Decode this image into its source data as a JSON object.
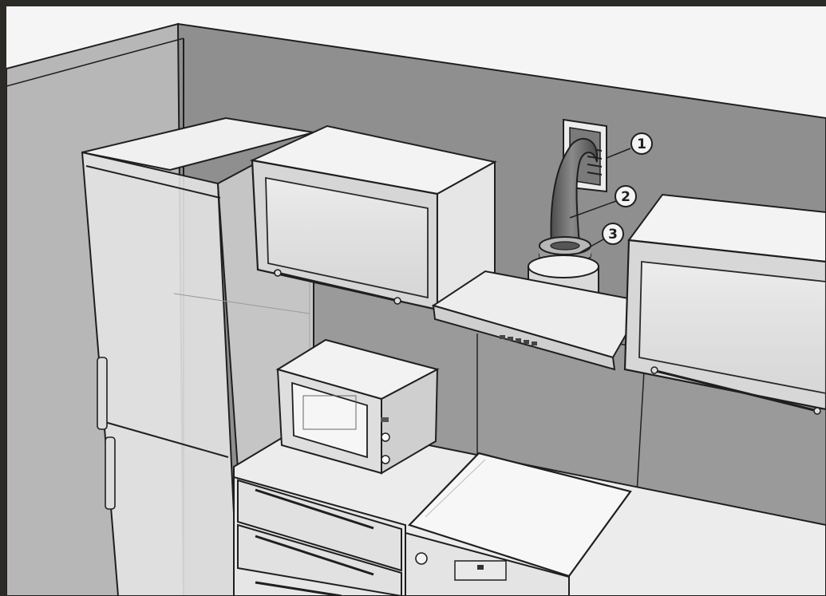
{
  "callouts": [
    {
      "number": "1"
    },
    {
      "number": "2"
    },
    {
      "number": "3"
    }
  ],
  "colors": {
    "frame": "#2b2a24",
    "wall_back": "#8e8e8e",
    "wall_side": "#b5b5b5",
    "ceiling": "#f4f4f4",
    "counter_top": "#e9e9e9",
    "cabinet_front": "#e2e2e2",
    "duct": "#6d6d6d",
    "outline": "#1f1f1f"
  }
}
